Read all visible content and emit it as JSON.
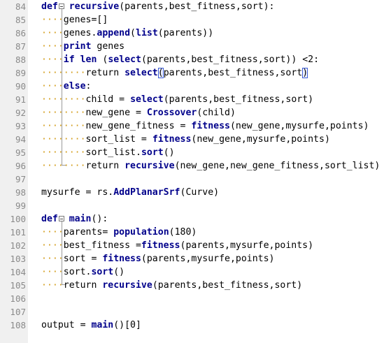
{
  "editor": {
    "lines": [
      {
        "num": "84",
        "tokens": [
          [
            "kw",
            "def"
          ],
          [
            "",
            "  "
          ],
          [
            "fn",
            "recursive"
          ],
          [
            "",
            "(parents,best_fitness,sort):"
          ]
        ]
      },
      {
        "num": "85",
        "tokens": [
          [
            "ws",
            "····"
          ],
          [
            "",
            "genes=[]"
          ]
        ]
      },
      {
        "num": "86",
        "tokens": [
          [
            "ws",
            "····"
          ],
          [
            "",
            "genes."
          ],
          [
            "fn",
            "append"
          ],
          [
            "",
            "("
          ],
          [
            "fn",
            "list"
          ],
          [
            "",
            "(parents))"
          ]
        ]
      },
      {
        "num": "87",
        "tokens": [
          [
            "ws",
            "····"
          ],
          [
            "kw",
            "print"
          ],
          [
            "",
            " genes"
          ]
        ]
      },
      {
        "num": "88",
        "tokens": [
          [
            "ws",
            "····"
          ],
          [
            "kw",
            "if"
          ],
          [
            "",
            " "
          ],
          [
            "kw",
            "len"
          ],
          [
            "",
            " ("
          ],
          [
            "fn",
            "select"
          ],
          [
            "",
            "(parents,best_fitness,sort)) <2:"
          ]
        ]
      },
      {
        "num": "89",
        "tokens": [
          [
            "ws",
            "········"
          ],
          [
            "",
            "return "
          ],
          [
            "fn",
            "select"
          ],
          [
            "br",
            "("
          ],
          [
            "",
            "parents,best_fitness,sort"
          ],
          [
            "br",
            ")"
          ]
        ]
      },
      {
        "num": "90",
        "tokens": [
          [
            "ws",
            "····"
          ],
          [
            "kw",
            "else"
          ],
          [
            "",
            ":"
          ]
        ]
      },
      {
        "num": "91",
        "tokens": [
          [
            "ws",
            "········"
          ],
          [
            "",
            "child = "
          ],
          [
            "fn",
            "select"
          ],
          [
            "",
            "(parents,best_fitness,sort)"
          ]
        ]
      },
      {
        "num": "92",
        "tokens": [
          [
            "ws",
            "········"
          ],
          [
            "",
            "new_gene = "
          ],
          [
            "fn",
            "Crossover"
          ],
          [
            "",
            "(child)"
          ]
        ]
      },
      {
        "num": "93",
        "tokens": [
          [
            "ws",
            "········"
          ],
          [
            "",
            "new_gene_fitness = "
          ],
          [
            "fn",
            "fitness"
          ],
          [
            "",
            "(new_gene,mysurfe,points)"
          ]
        ]
      },
      {
        "num": "94",
        "tokens": [
          [
            "ws",
            "········"
          ],
          [
            "",
            "sort_list = "
          ],
          [
            "fn",
            "fitness"
          ],
          [
            "",
            "(new_gene,mysurfe,points)"
          ]
        ]
      },
      {
        "num": "95",
        "tokens": [
          [
            "ws",
            "········"
          ],
          [
            "",
            "sort_list."
          ],
          [
            "fn",
            "sort"
          ],
          [
            "",
            "()"
          ]
        ]
      },
      {
        "num": "96",
        "tokens": [
          [
            "ws",
            "········"
          ],
          [
            "",
            "return "
          ],
          [
            "fn",
            "recursive"
          ],
          [
            "",
            "(new_gene,new_gene_fitness,sort_list)"
          ]
        ]
      },
      {
        "num": "97",
        "tokens": []
      },
      {
        "num": "98",
        "tokens": [
          [
            "",
            "mysurfe = rs."
          ],
          [
            "fn",
            "AddPlanarSrf"
          ],
          [
            "",
            "(Curve)"
          ]
        ]
      },
      {
        "num": "99",
        "tokens": []
      },
      {
        "num": "100",
        "tokens": [
          [
            "kw",
            "def"
          ],
          [
            "",
            "  "
          ],
          [
            "fn",
            "main"
          ],
          [
            "",
            "():"
          ]
        ]
      },
      {
        "num": "101",
        "tokens": [
          [
            "ws",
            "····"
          ],
          [
            "",
            "parents= "
          ],
          [
            "fn",
            "population"
          ],
          [
            "",
            "(180)"
          ]
        ]
      },
      {
        "num": "102",
        "tokens": [
          [
            "ws",
            "····"
          ],
          [
            "",
            "best_fitness ="
          ],
          [
            "fn",
            "fitness"
          ],
          [
            "",
            "(parents,mysurfe,points)"
          ]
        ]
      },
      {
        "num": "103",
        "tokens": [
          [
            "ws",
            "····"
          ],
          [
            "",
            "sort = "
          ],
          [
            "fn",
            "fitness"
          ],
          [
            "",
            "(parents,mysurfe,points)"
          ]
        ]
      },
      {
        "num": "104",
        "tokens": [
          [
            "ws",
            "····"
          ],
          [
            "",
            "sort."
          ],
          [
            "fn",
            "sort"
          ],
          [
            "",
            "()"
          ]
        ]
      },
      {
        "num": "105",
        "tokens": [
          [
            "ws",
            "····"
          ],
          [
            "",
            "return "
          ],
          [
            "fn",
            "recursive"
          ],
          [
            "",
            "(parents,best_fitness,sort)"
          ]
        ]
      },
      {
        "num": "106",
        "tokens": []
      },
      {
        "num": "107",
        "tokens": []
      },
      {
        "num": "108",
        "tokens": [
          [
            "",
            "output = "
          ],
          [
            "fn",
            "main"
          ],
          [
            "",
            "()[0]"
          ]
        ]
      }
    ]
  },
  "colors": {
    "keyword": "#00008b",
    "whitespace_marker": "#d29b16",
    "gutter_bg": "#f0f0f0",
    "line_number": "#8a8a8a",
    "brace_match": "#3c5dd6"
  }
}
